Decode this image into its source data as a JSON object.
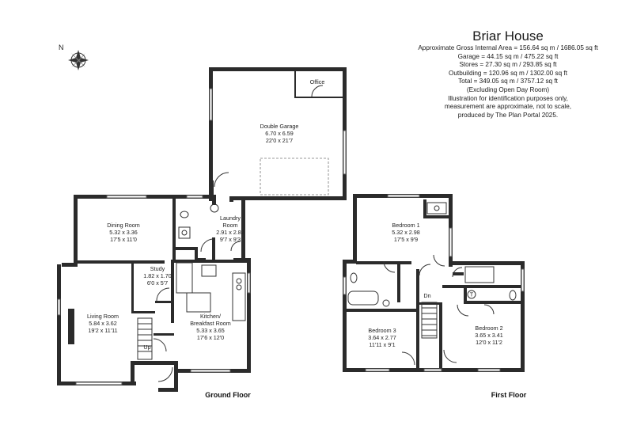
{
  "header": {
    "title": "Briar House",
    "areas": [
      "Approximate Gross Internal Area = 156.64 sq m / 1686.05 sq ft",
      "Garage = 44.15 sq m / 475.22 sq ft",
      "Stores = 27.30 sq m / 293.85 sq ft",
      "Outbuilding = 120.96 sq m / 1302.00 sq ft",
      "Total = 349.05 sq m / 3757.12 sq ft",
      "(Excluding Open Day Room)"
    ],
    "disclaimer": [
      "Illustration for identification purposes only,",
      "measurement are approximate, not to scale,",
      "produced by The Plan Portal 2025."
    ]
  },
  "compass": {
    "label": "N"
  },
  "ground_floor": {
    "label": "Ground Floor",
    "rooms": {
      "garage": {
        "name": "Double Garage",
        "metric": "6.70 x 6.59",
        "imperial": "22'0 x 21'7"
      },
      "office": {
        "name": "Office"
      },
      "dining": {
        "name": "Dining Room",
        "metric": "5.32 x 3.36",
        "imperial": "17'5 x 11'0"
      },
      "laundry": {
        "name": "Laundry",
        "name2": "Room",
        "metric": "2.91 x 2.82",
        "imperial": "9'7 x 9'3"
      },
      "study": {
        "name": "Study",
        "metric": "1.82 x 1.70",
        "imperial": "6'0 x 5'7"
      },
      "living": {
        "name": "Living Room",
        "metric": "5.84 x 3.62",
        "imperial": "19'2 x 11'11"
      },
      "kitchen": {
        "name": "Kitchen/",
        "name2": "Breakfast Room",
        "metric": "5.33 x 3.65",
        "imperial": "17'6 x 12'0"
      }
    },
    "stair_label": "Up"
  },
  "first_floor": {
    "label": "First Floor",
    "rooms": {
      "bed1": {
        "name": "Bedroom 1",
        "metric": "5.32 x 2.98",
        "imperial": "17'5 x 9'9"
      },
      "bed2": {
        "name": "Bedroom 2",
        "metric": "3.65 x 3.41",
        "imperial": "12'0 x 11'2"
      },
      "bed3": {
        "name": "Bedroom 3",
        "metric": "3.64 x 2.77",
        "imperial": "11'11 x 9'1"
      }
    },
    "stair_label": "Dn",
    "cupboard_label": "T"
  }
}
